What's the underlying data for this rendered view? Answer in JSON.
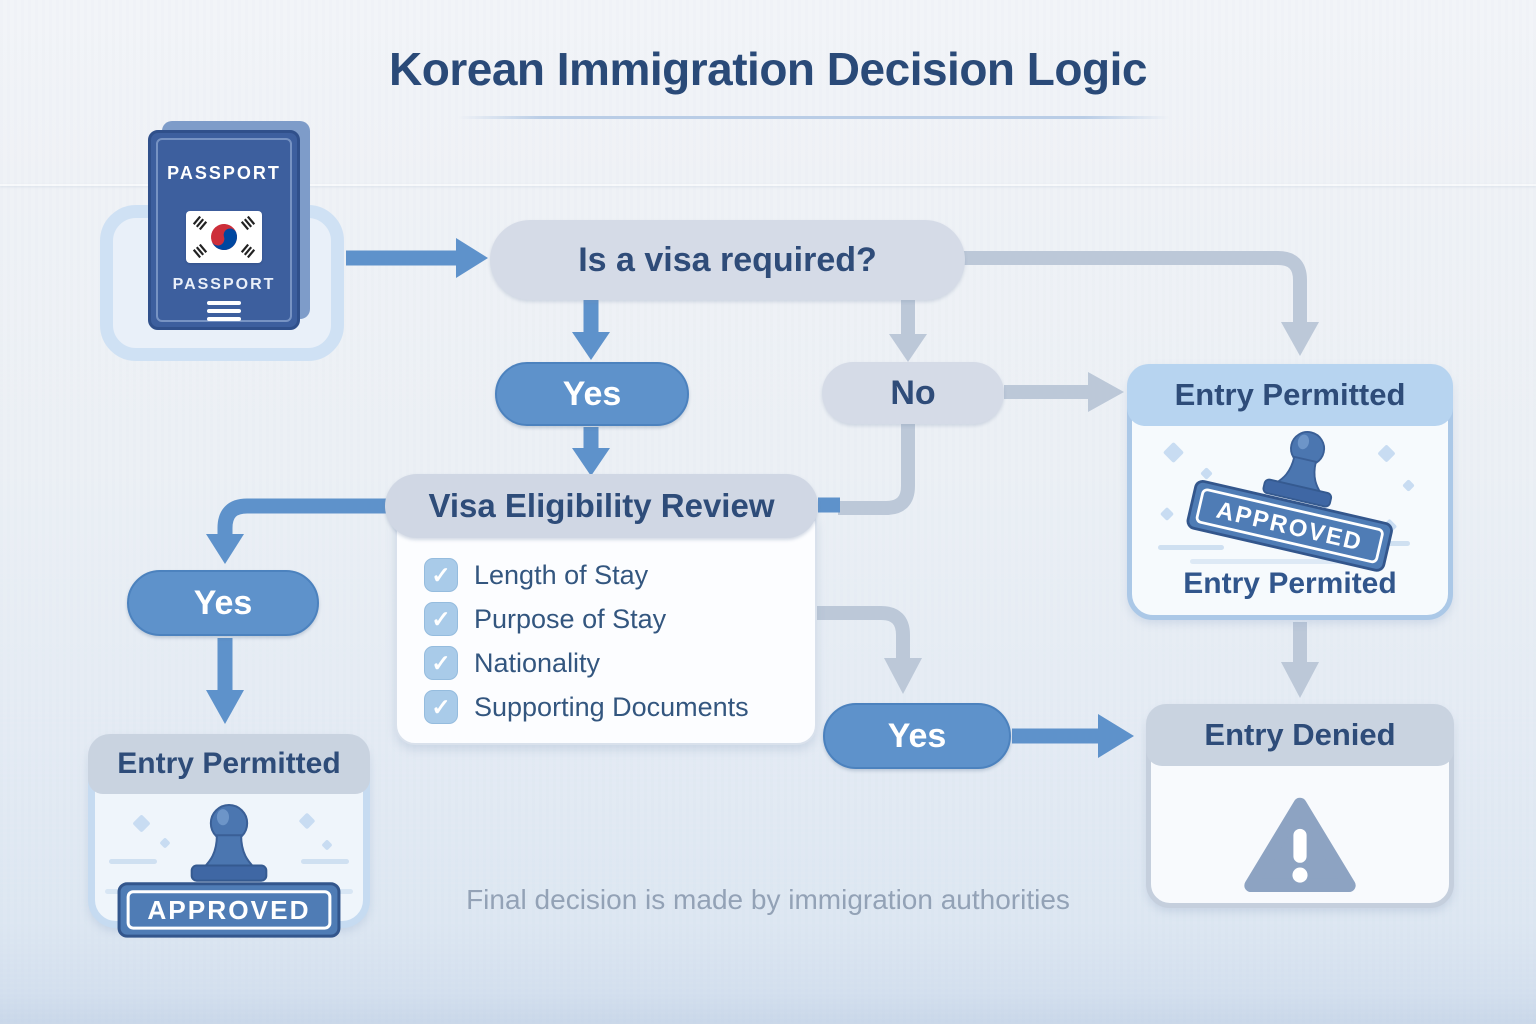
{
  "title": "Korean Immigration Decision Logic",
  "footer": "Final decision is made by immigration authorities",
  "passport": {
    "label_top": "PASSPORT",
    "label_bottom": "PASSPORT"
  },
  "icons": {
    "check": "✓"
  },
  "nodes": {
    "question": {
      "label": "Is a visa required?"
    },
    "yes_top": {
      "label": "Yes"
    },
    "no": {
      "label": "No"
    },
    "yes_left": {
      "label": "Yes"
    },
    "yes_bottom": {
      "label": "Yes"
    },
    "review": {
      "title": "Visa Eligibility Review",
      "items": [
        "Length of Stay",
        "Purpose of Stay",
        "Nationality",
        "Supporting Documents"
      ]
    },
    "entry_permitted_right": {
      "title": "Entry Permitted",
      "caption": "Entry Permited",
      "stamp_label": "APPROVED"
    },
    "entry_permitted_left": {
      "title": "Entry Permitted",
      "stamp_label": "APPROVED"
    },
    "entry_denied": {
      "title": "Entry Denied"
    }
  },
  "colors": {
    "background": "#edf1f6",
    "title_text": "#2a4a78",
    "node_gray": "#d5dbe7",
    "node_blue": "#5e92cb",
    "connector_gray": "#bcc8d8",
    "connector_blue": "#5e92cb",
    "header_light_blue": "#b7d4f0",
    "header_gray": "#c9d3e0",
    "stamp_blue": "#4b76b0",
    "warning_icon": "#8da3c2",
    "footer_text": "#93a2b6"
  }
}
